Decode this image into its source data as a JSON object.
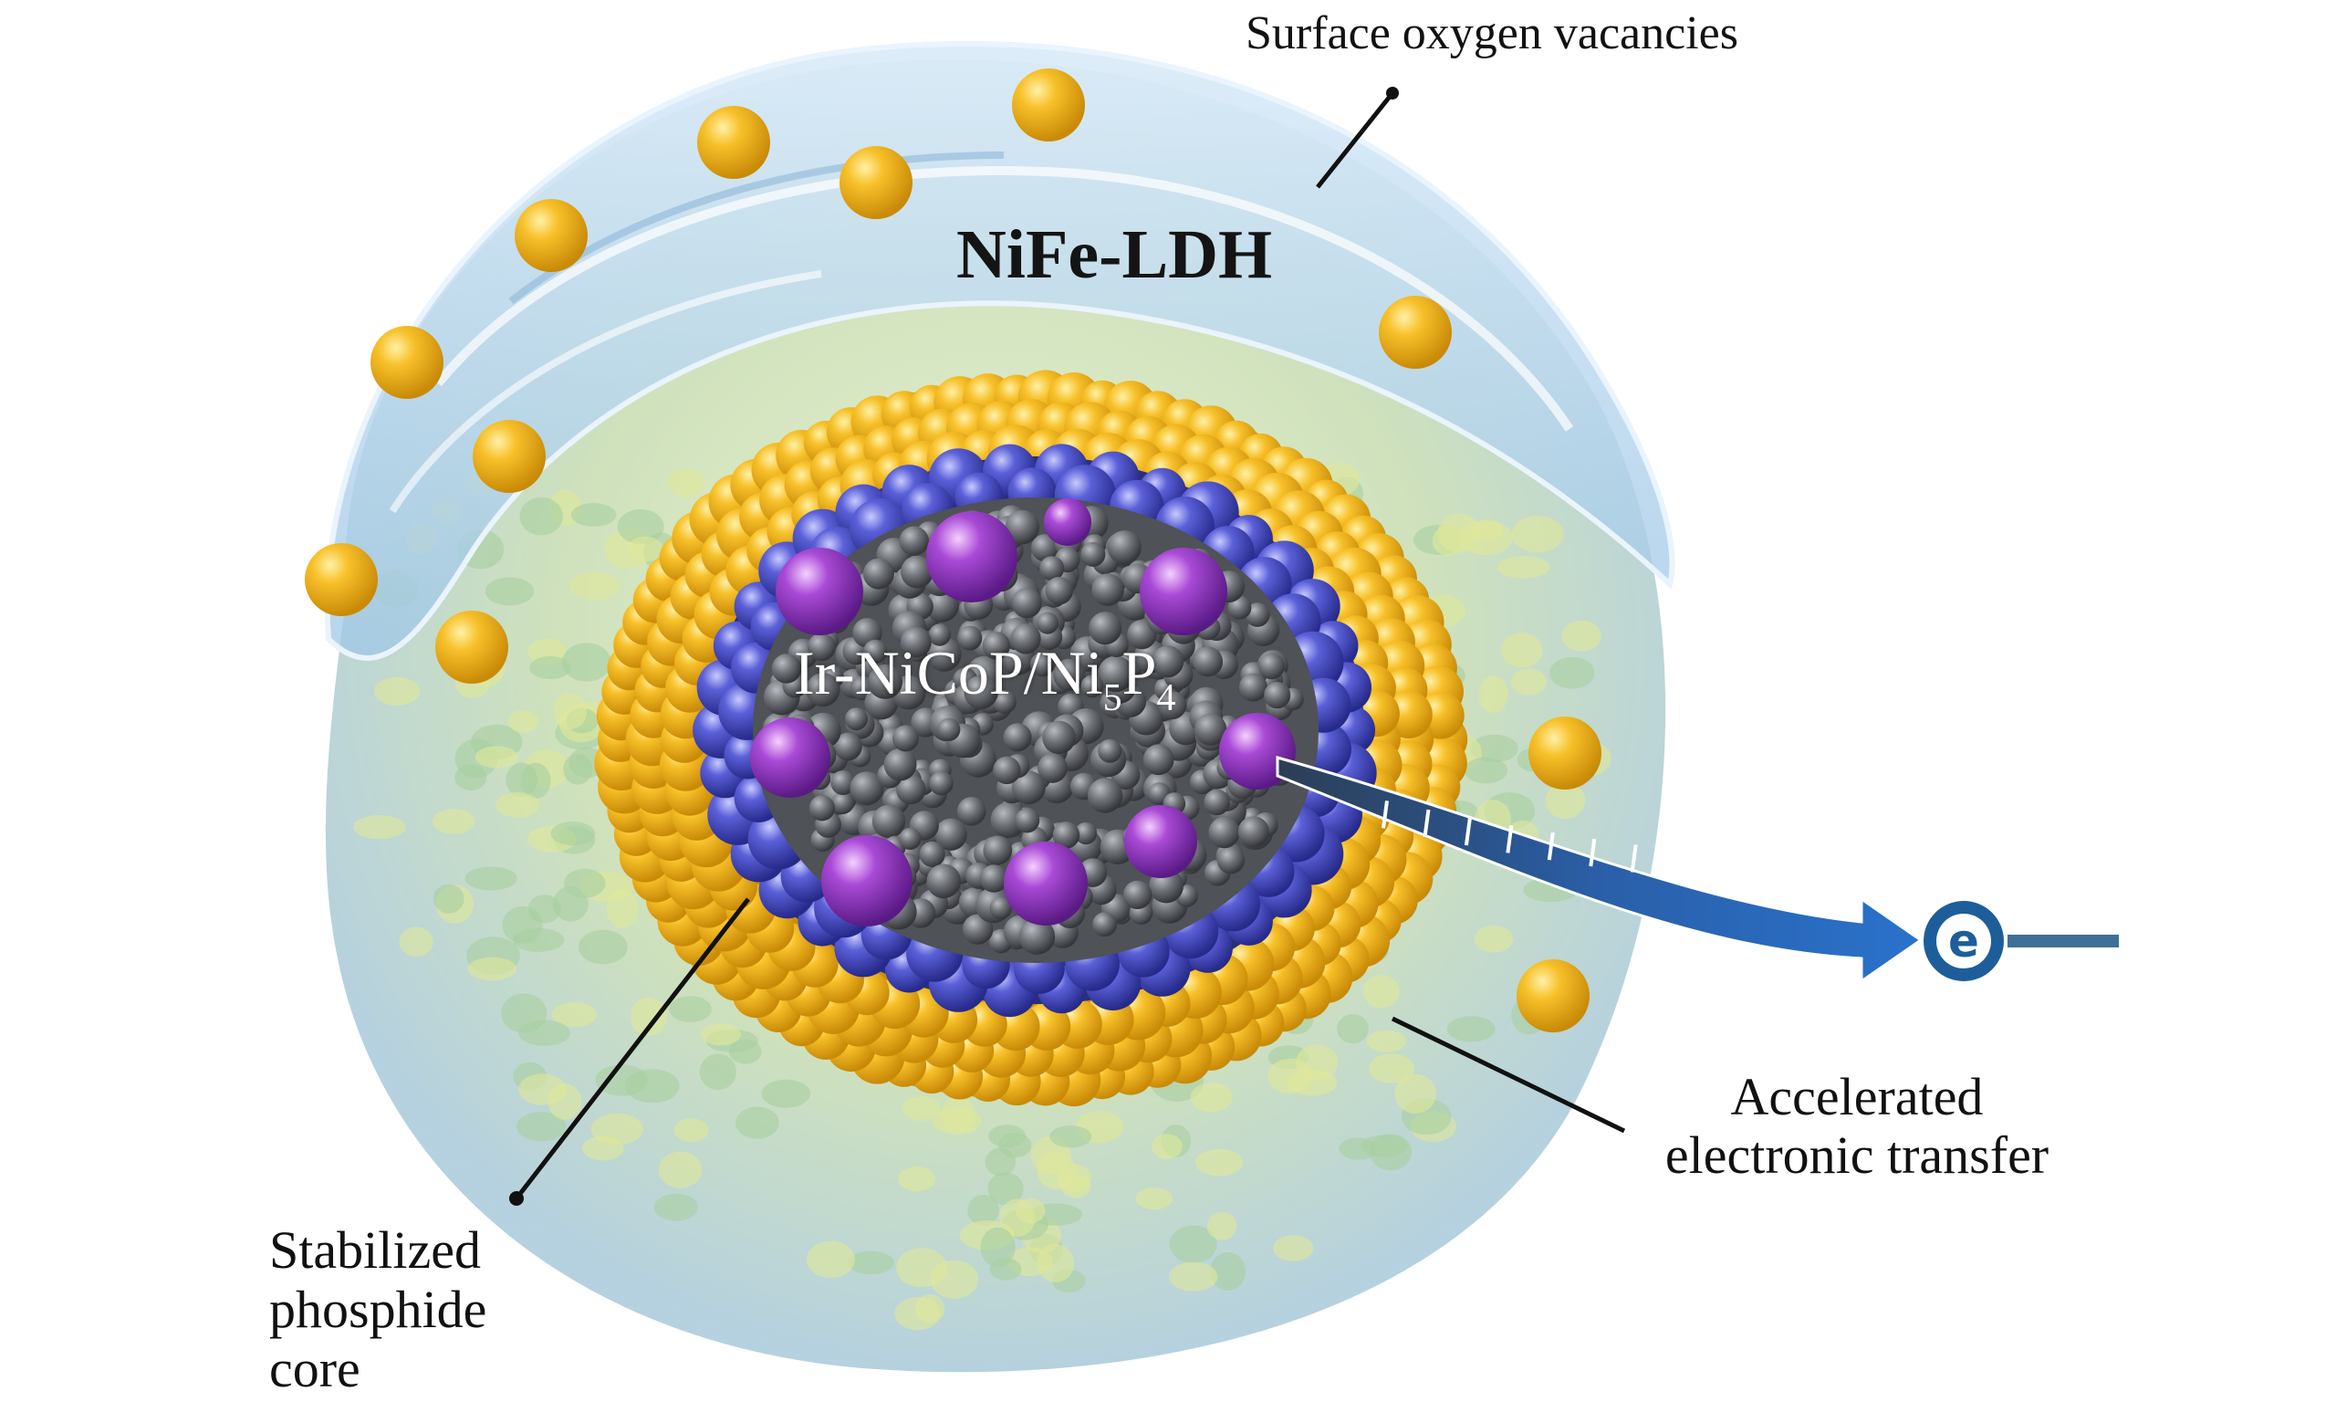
{
  "labels": {
    "surface_oxygen_vacancies": "Surface oxygen vacancies",
    "shell": "NiFe-LDH",
    "core_formula_main": "Ir-NiCoP/Ni",
    "core_formula_sub1": "5",
    "core_formula_p": "P",
    "core_formula_sub2": "4",
    "accelerated_line1": "Accelerated",
    "accelerated_line2": "electronic transfer",
    "stabilized_line1": "Stabilized",
    "stabilized_line2": "phosphide",
    "stabilized_line3": "core",
    "electron": "e"
  },
  "colors": {
    "shell_blue": "#bcdcf2",
    "gold": "#f2b61c",
    "blue_atom": "#4a4fc4",
    "purple_atom": "#9a3fc8",
    "gray_core": "#6b6e73",
    "arrow_blue": "#2a6fc4",
    "electron_ring": "#1d5e9a"
  }
}
